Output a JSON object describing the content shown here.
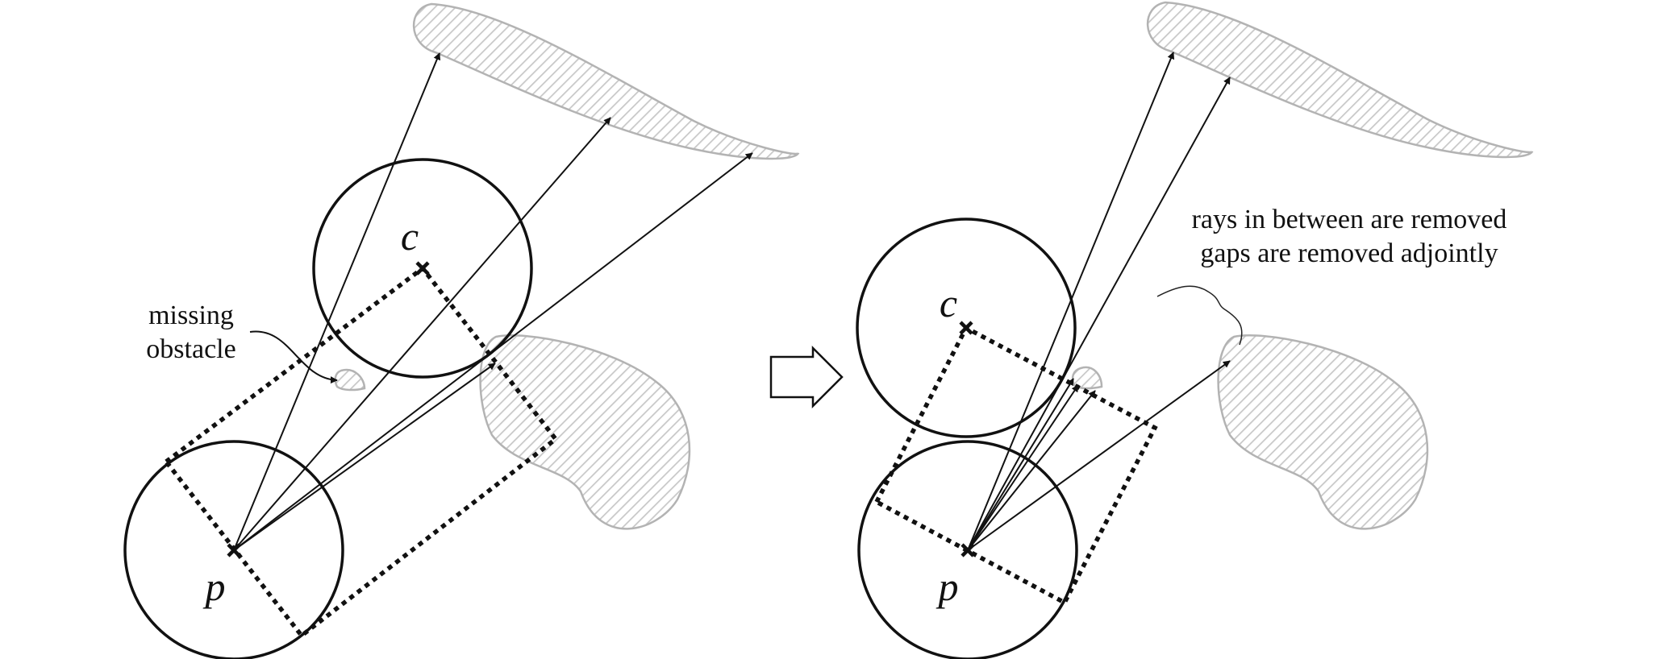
{
  "left_panel": {
    "center_label": "c",
    "robot_label": "p",
    "note_line1": "missing",
    "note_line2": "obstacle"
  },
  "right_panel": {
    "center_label": "c",
    "robot_label": "p",
    "note_line1": "rays in between are removed",
    "note_line2": "gaps are removed adjointly"
  },
  "transition": {
    "icon": "right-arrow-icon"
  },
  "colors": {
    "ink": "#111111",
    "obstacle_edge": "#b3b3b3",
    "hatch": "#c8c8c8"
  }
}
